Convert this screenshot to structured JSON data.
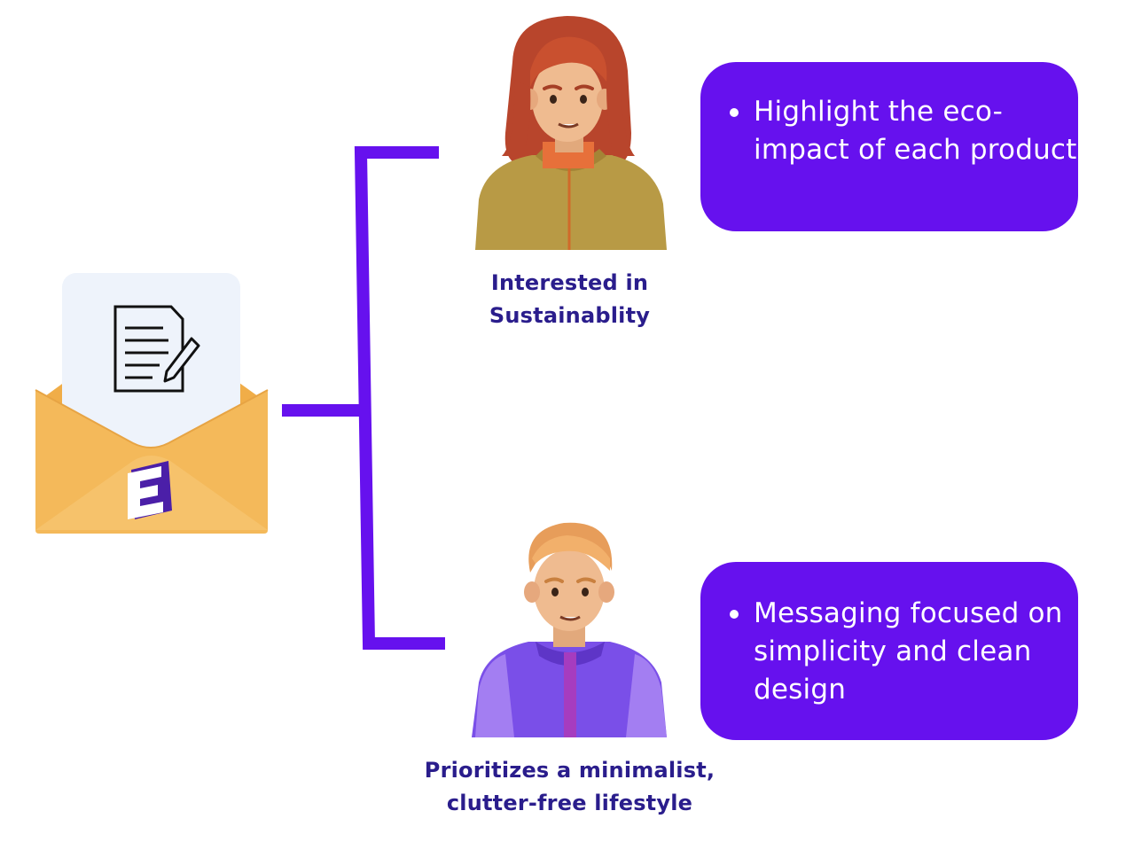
{
  "personas": [
    {
      "label": "Interested in Sustainablity",
      "message": "Highlight the eco-impact of each product"
    },
    {
      "label": "Prioritizes a minimalist, clutter-free lifestyle",
      "message": "Messaging focused on simplicity and clean design"
    }
  ],
  "colors": {
    "accent": "#6611ee",
    "label_text": "#2a1d8c",
    "envelope": "#f2b552",
    "envelope_shadow": "#e39c3c",
    "paper": "#eef3fb"
  },
  "icons": {
    "envelope": "open-envelope-icon",
    "document": "document-edit-icon",
    "logo": "letter-e-logo-icon",
    "persona_1": "woman-avatar-icon",
    "persona_2": "man-avatar-icon"
  }
}
